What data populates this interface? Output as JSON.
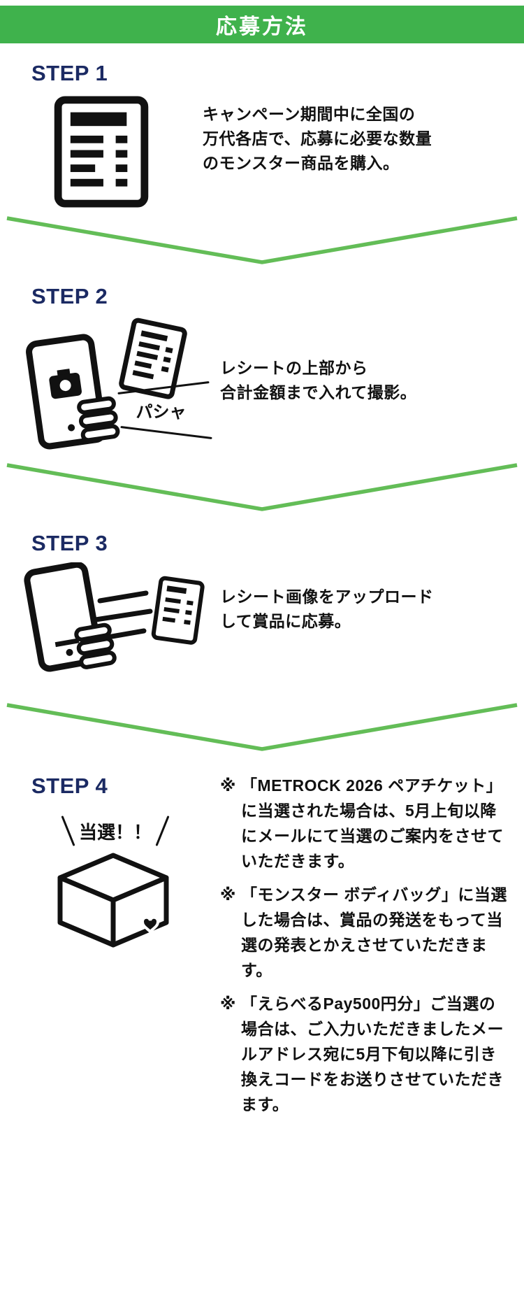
{
  "colors": {
    "header_green": "#3fb24c",
    "chevron_green": "#63bd57",
    "step_navy": "#1b2a63",
    "text_black": "#111111"
  },
  "header": {
    "title": "応募方法"
  },
  "steps": [
    {
      "label": "STEP 1",
      "icon": "receipt-icon",
      "lines": [
        "キャンペーン期間中に全国の",
        "万代各店で、応募に必要な数量",
        "のモンスター商品を購入。"
      ]
    },
    {
      "label": "STEP 2",
      "icon": "photo-phone-icon",
      "caption": "パシャ",
      "lines": [
        "レシートの上部から",
        "合計金額まで入れて撮影。"
      ]
    },
    {
      "label": "STEP 3",
      "icon": "upload-phone-icon",
      "lines": [
        "レシート画像をアップロード",
        "して賞品に応募。"
      ]
    },
    {
      "label": "STEP 4",
      "icon": "prize-box-icon",
      "caption": "当選！！",
      "notes": [
        {
          "marker": "※",
          "text": "「METROCK 2026 ペアチケット」に当選された場合は、5月上旬以降にメールにて当選のご案内をさせていただきます。"
        },
        {
          "marker": "※",
          "text": "「モンスター ボディバッグ」に当選した場合は、賞品の発送をもって当選の発表とかえさせていただきます。"
        },
        {
          "marker": "※",
          "text": "「えらべるPay500円分」ご当選の場合は、ご入力いただきましたメールアドレス宛に5月下旬以降に引き換えコードをお送りさせていただきます。"
        }
      ]
    }
  ]
}
